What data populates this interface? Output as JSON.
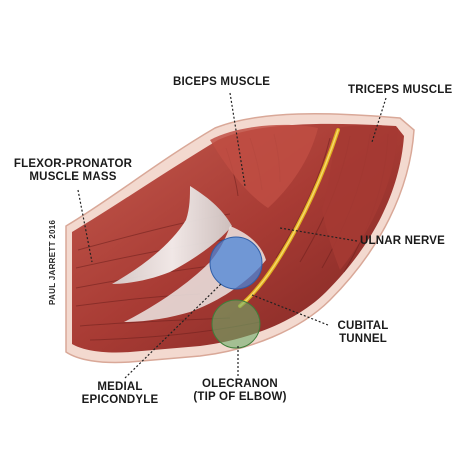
{
  "labels": {
    "biceps_muscle": "BICEPS MUSCLE",
    "triceps_muscle": "TRICEPS MUSCLE",
    "flexor_pronator_line1": "FLEXOR-PRONATOR",
    "flexor_pronator_line2": "MUSCLE MASS",
    "ulnar_nerve": "ULNAR NERVE",
    "cubital_tunnel_line1": "CUBITAL",
    "cubital_tunnel_line2": "TUNNEL",
    "medial_epicondyle_line1": "MEDIAL",
    "medial_epicondyle_line2": "EPICONDYLE",
    "olecranon_line1": "OLECRANON",
    "olecranon_line2": "(TIP OF ELBOW)"
  },
  "credit": "PAUL JARRETT 2016",
  "colors": {
    "muscle_dark": "#8f2f2b",
    "muscle_mid": "#b5443c",
    "muscle_light": "#d97a6b",
    "tendon": "#e8e2e0",
    "nerve": "#e0b020",
    "epicondyle_highlight": "#4a86d8",
    "olecranon_highlight": "#6fae6a",
    "skin": "#f3d9cf",
    "leader_line": "#222222"
  }
}
